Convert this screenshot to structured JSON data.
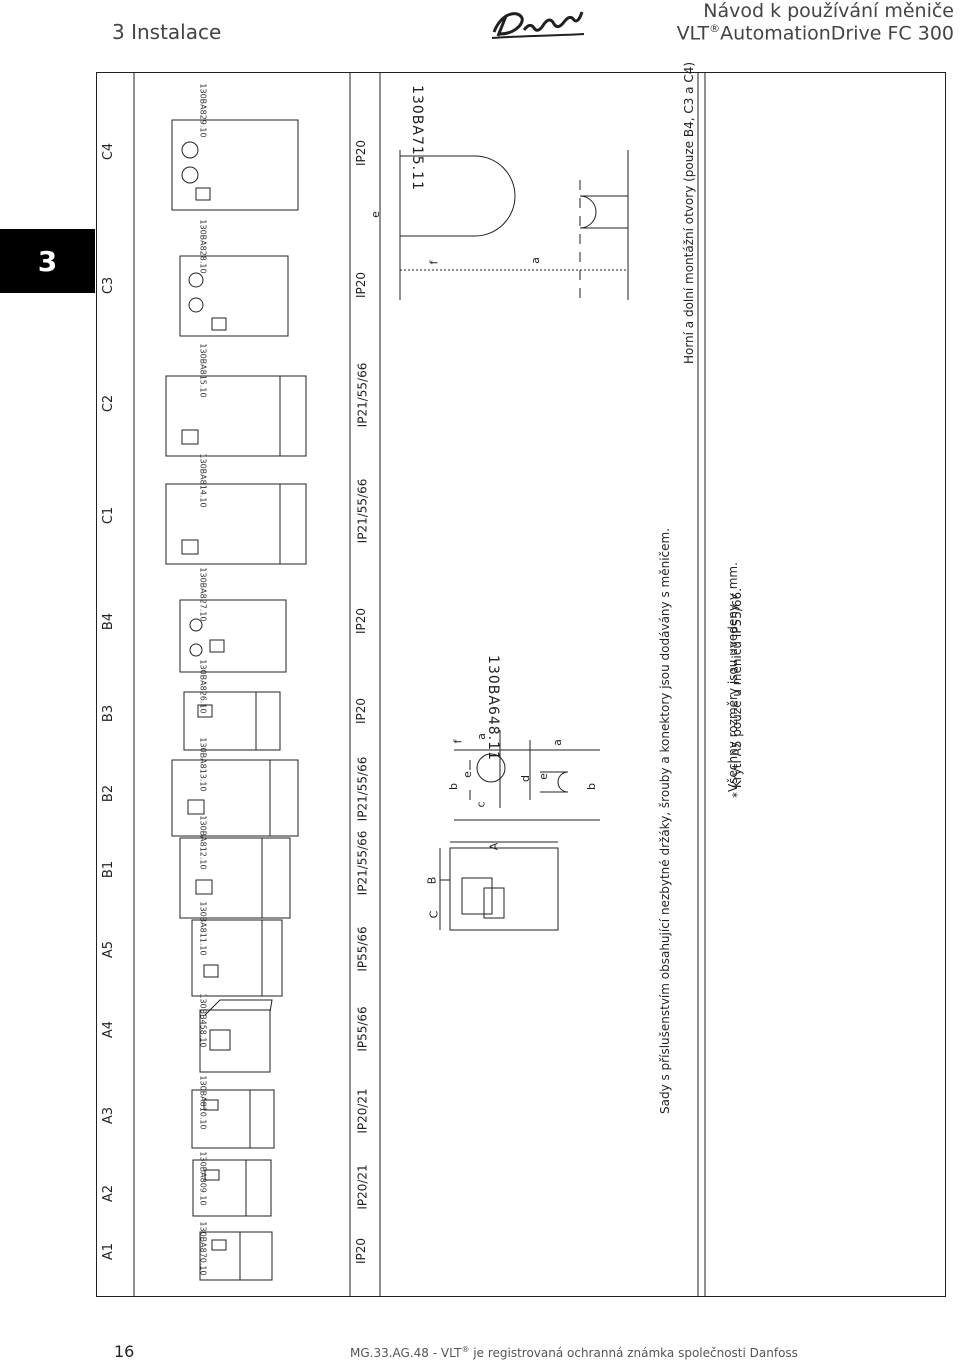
{
  "header": {
    "section": "3 Instalace",
    "title_line1": "Návod k používání měniče",
    "title_line2_pre": "VLT",
    "title_line2_reg": "®",
    "title_line2_post": "AutomationDrive FC 300"
  },
  "chapter_tab": "3",
  "frames": [
    {
      "label": "A1",
      "ip": "IP20",
      "code": "130BA870.10"
    },
    {
      "label": "A2",
      "ip": "IP20/21",
      "code": "130BA809.10"
    },
    {
      "label": "A3",
      "ip": "IP20/21",
      "code": "130BA810.10"
    },
    {
      "label": "A4",
      "ip": "IP55/66",
      "code": "130BB458.10"
    },
    {
      "label": "A5",
      "ip": "IP55/66",
      "code": "130BA811.10"
    },
    {
      "label": "B1",
      "ip": "IP21/55/66",
      "code": "130BA812.10"
    },
    {
      "label": "B2",
      "ip": "IP21/55/66",
      "code": "130BA813.10"
    },
    {
      "label": "B3",
      "ip": "IP20",
      "code": "130BA826.10"
    },
    {
      "label": "B4",
      "ip": "IP20",
      "code": "130BA827.10"
    },
    {
      "label": "C1",
      "ip": "IP21/55/66",
      "code": "130BA814.10"
    },
    {
      "label": "C2",
      "ip": "IP21/55/66",
      "code": "130BA815.10"
    },
    {
      "label": "C3",
      "ip": "IP20",
      "code": "130BA828.10"
    },
    {
      "label": "C4",
      "ip": "IP20",
      "code": "130BA829.10"
    }
  ],
  "dimension_drawing": {
    "code": "130BA648.11",
    "labels": {
      "A": "A",
      "B": "B",
      "C": "C",
      "a": "a",
      "b": "b",
      "c": "c",
      "d": "d",
      "e": "e",
      "f": "f"
    }
  },
  "hole_drawing": {
    "code": "130BA715.11",
    "labels": {
      "a": "a",
      "e": "e",
      "f": "f"
    }
  },
  "notes": {
    "kits": "Sady s příslušenstvím obsahující nezbytné držáky, šrouby a konektory jsou dodávány s měničem.",
    "holes": "Horní a dolní montážní otvory (pouze B4, C3 a C4)",
    "units": "Všechny rozměry jsou uvedeny v mm.",
    "a5": "* Krytí A5 pouze u měničů IP55/66."
  },
  "footer": {
    "page": "16",
    "text_pre": "MG.33.AG.48 - VLT",
    "text_reg": "®",
    "text_post": " je registrovaná ochranná známka společnosti Danfoss"
  }
}
